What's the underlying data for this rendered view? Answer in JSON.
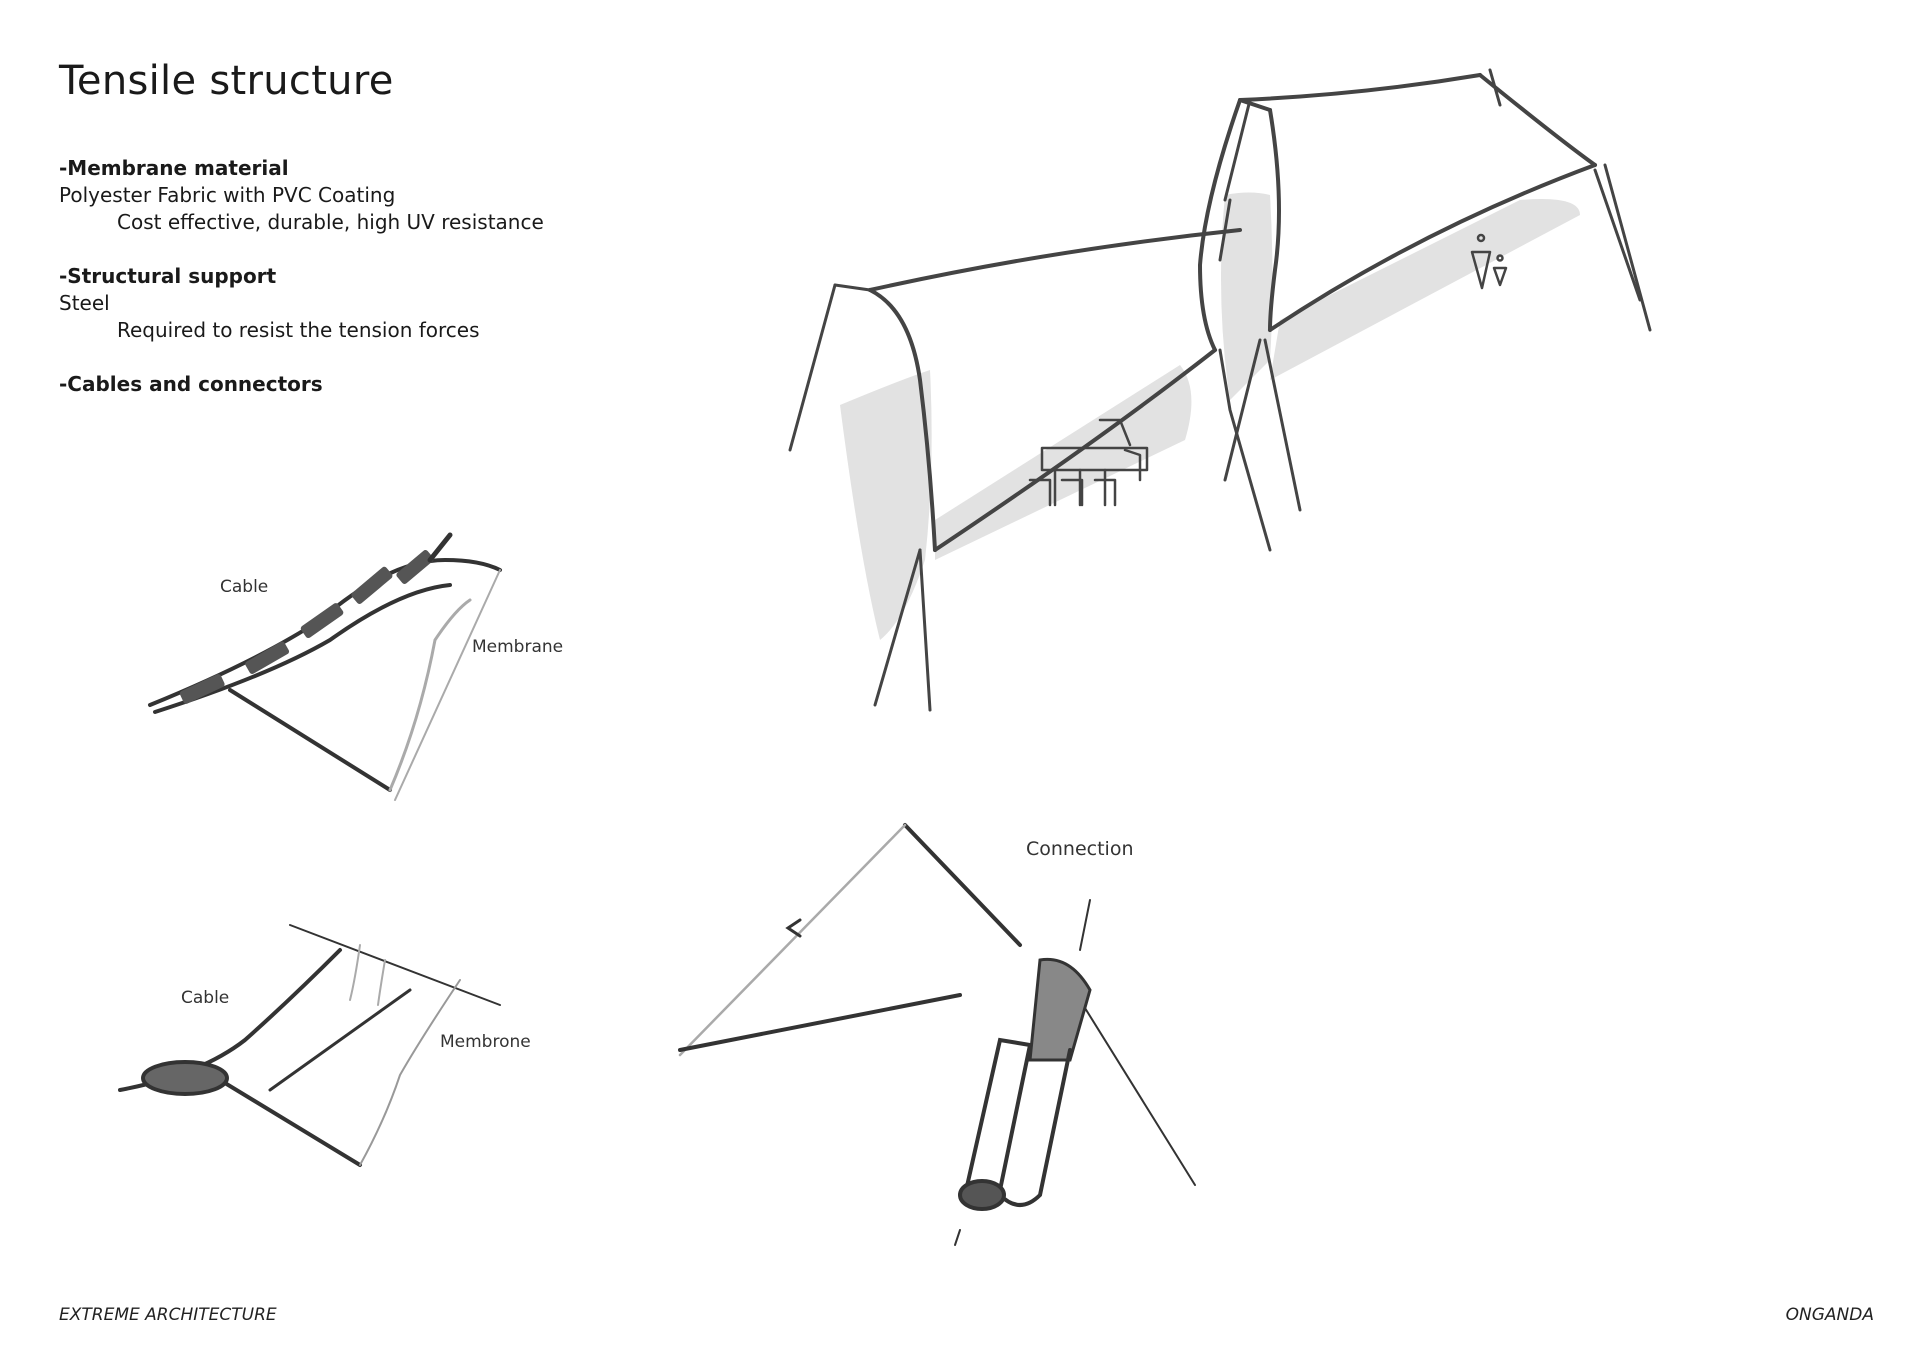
{
  "title": "Tensile structure",
  "sections": [
    {
      "heading": "-Membrane material",
      "material": "Polyester Fabric with PVC Coating",
      "note": "Cost effective, durable, high UV resistance"
    },
    {
      "heading": "-Structural support",
      "material": "Steel",
      "note": "Required to resist the tension forces"
    },
    {
      "heading": "-Cables and connectors"
    }
  ],
  "sketch_labels": {
    "cable_1": "Cable",
    "membrane_1": "Membrane",
    "cable_2": "Cable",
    "membrane_2": "Membrone",
    "connection": "Connection"
  },
  "footer": {
    "left": "EXTREME ARCHITECTURE",
    "right": "ONGANDA"
  }
}
